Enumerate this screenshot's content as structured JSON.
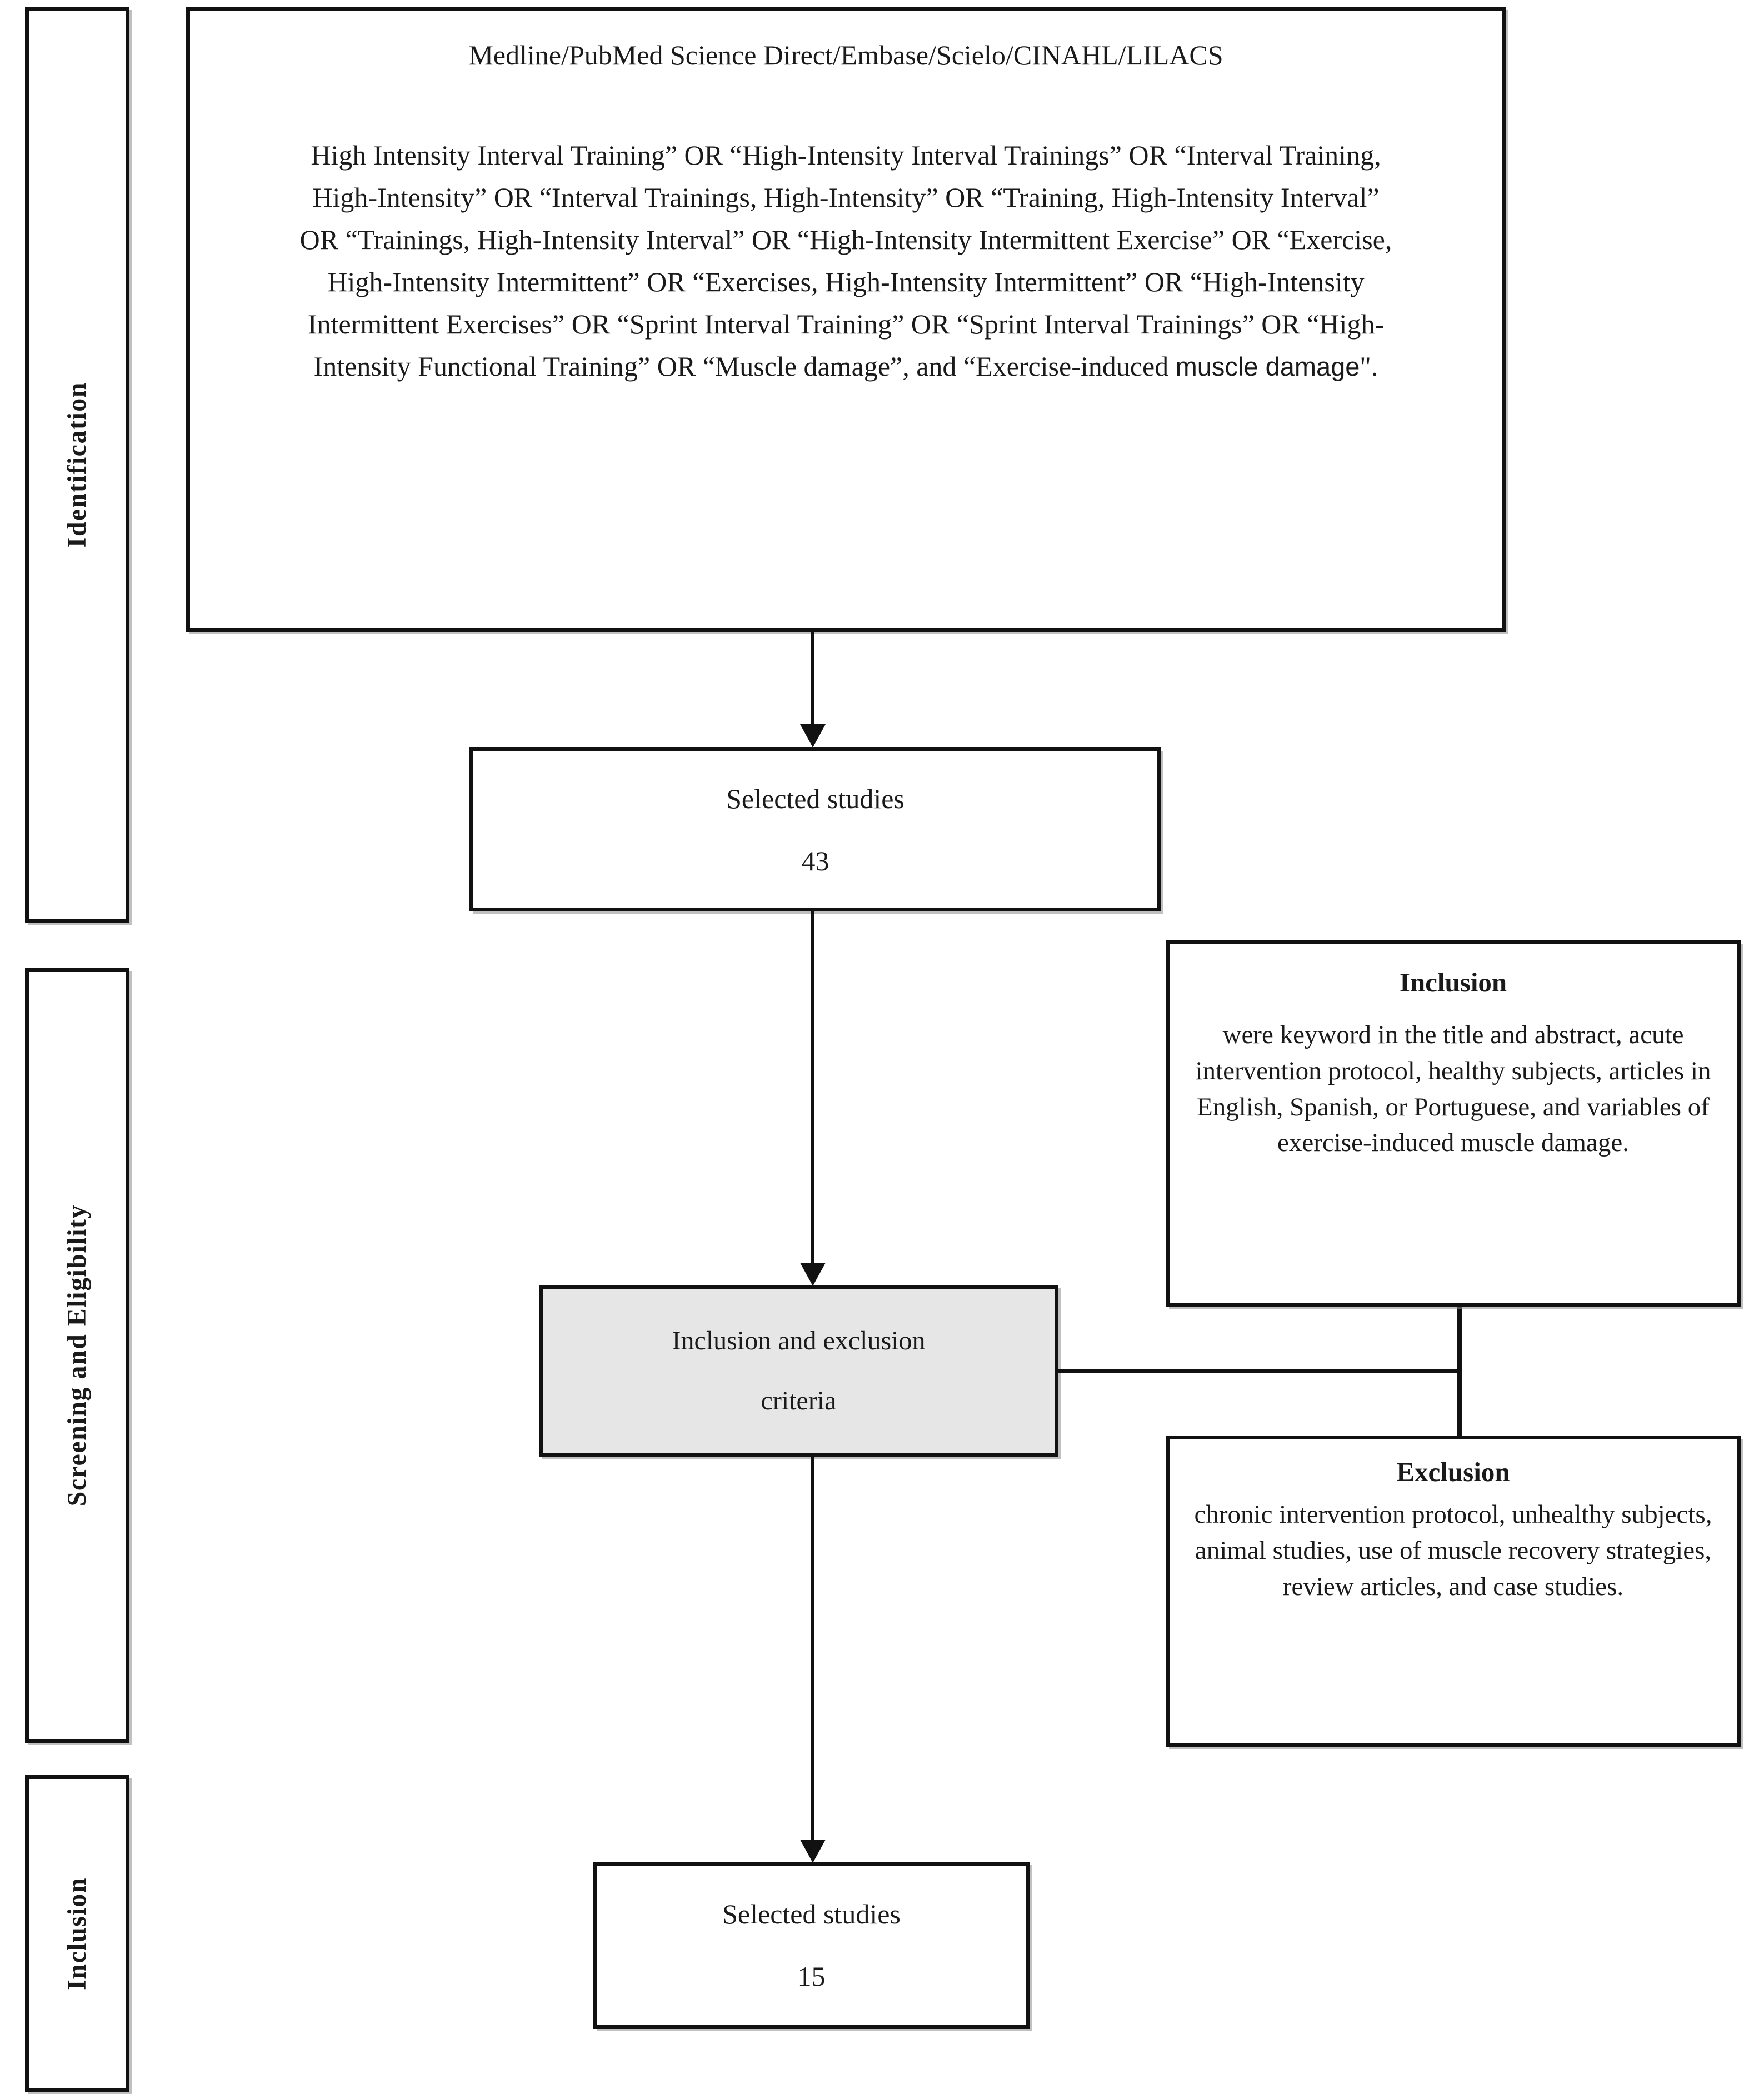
{
  "diagram": {
    "type": "flowchart",
    "title": "PRISMA study selection flow diagram"
  },
  "stages": [
    {
      "id": "identification",
      "label": "Identification"
    },
    {
      "id": "screening-eligibility",
      "label": "Screening and Eligibility"
    },
    {
      "id": "inclusion",
      "label": "Inclusion"
    }
  ],
  "search": {
    "databases": "Medline/PubMed Science Direct/Embase/Scielo/CINAHL/LILACS",
    "query_part1": "High Intensity Interval Training” OR “High-Intensity Interval Trainings” OR “Interval Training, High-Intensity” OR “Interval Trainings, High-Intensity” OR “Training, High-Intensity Interval” OR “Trainings, High-Intensity Interval” OR “High-Intensity Intermittent Exercise” OR “Exercise, High-Intensity Intermittent” OR “Exercises, High-Intensity Intermittent” OR “High-Intensity Intermittent Exercises” OR “Sprint Interval Training” OR “Sprint Interval Trainings” OR “High-Intensity Functional Training” OR “Muscle damage”, and “Exercise-induced ",
    "query_emphasis": "muscle damage",
    "query_part2": "\"."
  },
  "nodes": {
    "selected_studies_top": {
      "label": "Selected studies",
      "count": "43"
    },
    "criteria": {
      "line1": "Inclusion and exclusion",
      "line2": "criteria"
    },
    "inclusion_criteria": {
      "heading": "Inclusion",
      "body": "were keyword in the title and abstract, acute intervention protocol, healthy subjects, articles in English, Spanish, or Portuguese, and variables of exercise-induced muscle damage."
    },
    "exclusion_criteria": {
      "heading": "Exclusion",
      "body": "chronic intervention protocol, unhealthy subjects, animal studies, use of muscle recovery strategies, review articles, and case studies."
    },
    "selected_studies_bottom": {
      "label": "Selected studies",
      "count": "15"
    }
  },
  "colors": {
    "line": "#111111",
    "box_fill": "#ffffff",
    "criteria_fill": "#e7e6e6",
    "text": "#1a1a1a"
  }
}
